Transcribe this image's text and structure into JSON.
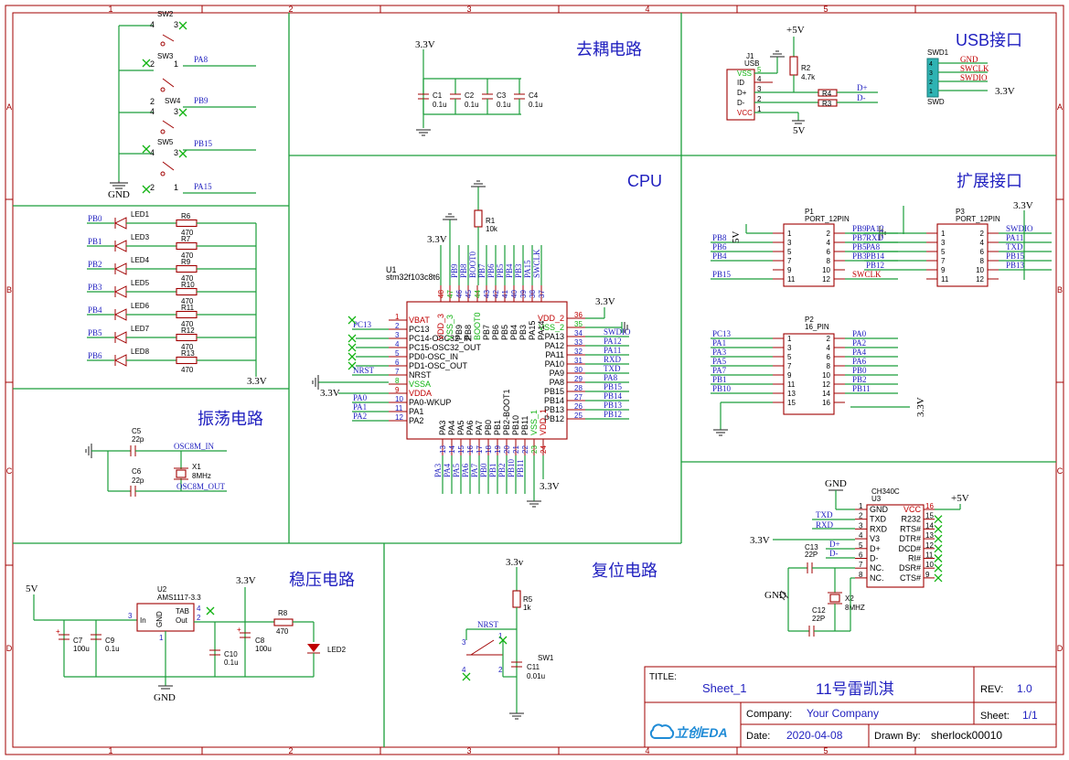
{
  "border": {
    "cols": [
      "1",
      "2",
      "3",
      "4",
      "5"
    ],
    "rows": [
      "A",
      "B",
      "C",
      "D"
    ]
  },
  "sections": {
    "decoupling": "去耦电路",
    "usb": "USB接口",
    "cpu": "CPU",
    "expansion": "扩展接口",
    "oscillator": "振荡电路",
    "regulator": "稳压电路",
    "reset": "复位电路"
  },
  "switches": {
    "sw2": "SW2",
    "sw3": "SW3",
    "sw4": "SW4",
    "sw5": "SW5",
    "nets": [
      "PA8",
      "PB9",
      "PB15",
      "PA15"
    ],
    "gnd": "GND"
  },
  "leds": {
    "refs": [
      "LED1",
      "LED3",
      "LED4",
      "LED5",
      "LED6",
      "LED7",
      "LED8"
    ],
    "nets": [
      "PB0",
      "PB1",
      "PB2",
      "PB3",
      "PB4",
      "PB5",
      "PB6"
    ],
    "res_refs": [
      "R6",
      "R7",
      "R9",
      "R10",
      "R11",
      "R12",
      "R13"
    ],
    "res_val": "470",
    "supply": "3.3V"
  },
  "decoupling": {
    "supply": "3.3V",
    "caps": [
      "C1",
      "C2",
      "C3",
      "C4"
    ],
    "value": "0.1u"
  },
  "usb": {
    "ref": "J1",
    "name": "USB",
    "pins": [
      "VSS",
      "ID",
      "D+",
      "D-",
      "VCC"
    ],
    "pin_nums": [
      "5",
      "4",
      "3",
      "2",
      "1"
    ],
    "supply": "+5V",
    "r2": "R2",
    "r2_val": "4.7k",
    "r4": "R4",
    "r3": "R3",
    "dp": "D+",
    "dm": "D-",
    "gnd5v": "5V"
  },
  "swd": {
    "ref": "SWD1",
    "name": "SWD",
    "pins": [
      "GND",
      "SWCLK",
      "SWDIO",
      "3.3V"
    ],
    "pin_nums": [
      "4",
      "3",
      "2",
      "1"
    ]
  },
  "mcu": {
    "ref": "U1",
    "part": "stm32f103c8t6",
    "r1": "R1",
    "r1_val": "10k",
    "top_pins": [
      "VDD_3",
      "VSS_3",
      "PB9",
      "PB8",
      "BOOT0",
      "PB7",
      "PB6",
      "PB5",
      "PB4",
      "PB3",
      "PA15",
      "PA14"
    ],
    "top_nums": [
      "48",
      "47",
      "46",
      "45",
      "44",
      "43",
      "42",
      "41",
      "40",
      "39",
      "38",
      "37"
    ],
    "top_nets": [
      "",
      "",
      "PB9",
      "PB8",
      "BOOT0",
      "PB7",
      "PB6",
      "PB5",
      "PB4",
      "PB3",
      "PA15",
      "SWCLK"
    ],
    "left_pins": [
      "VBAT",
      "PC13",
      "PC14-OSC32_IN",
      "PC15-OSC32_OUT",
      "PD0-OSC_IN",
      "PD1-OSC_OUT",
      "NRST",
      "VSSA",
      "VDDA",
      "PA0-WKUP",
      "PA1",
      "PA2"
    ],
    "left_nums": [
      "1",
      "2",
      "3",
      "4",
      "5",
      "6",
      "7",
      "8",
      "9",
      "10",
      "11",
      "12"
    ],
    "left_nets": [
      "",
      "PC13",
      "",
      "",
      "",
      "",
      "NRST",
      "",
      "3.3V",
      "PA0",
      "PA1",
      "PA2"
    ],
    "right_pins": [
      "VDD_2",
      "VSS_2",
      "PA13",
      "PA12",
      "PA11",
      "PA10",
      "PA9",
      "PA8",
      "PB15",
      "PB14",
      "PB13",
      "PB12"
    ],
    "right_nums": [
      "36",
      "35",
      "34",
      "33",
      "32",
      "31",
      "30",
      "29",
      "28",
      "27",
      "26",
      "25"
    ],
    "right_nets": [
      "3.3V",
      "",
      "SWDIO",
      "PA12",
      "PA11",
      "RXD",
      "TXD",
      "PA8",
      "PB15",
      "PB14",
      "PB13",
      "PB12"
    ],
    "bottom_pins": [
      "PA3",
      "PA4",
      "PA5",
      "PA6",
      "PA7",
      "PB0",
      "PB1",
      "PB2-BOOT1",
      "PB10",
      "PB11",
      "VSS_1",
      "VDD_1"
    ],
    "bottom_nums": [
      "13",
      "14",
      "15",
      "16",
      "17",
      "18",
      "19",
      "20",
      "21",
      "22",
      "23",
      "24"
    ],
    "bottom_nets": [
      "PA3",
      "PA4",
      "PA5",
      "PA6",
      "PA7",
      "PB0",
      "PB1",
      "PB2",
      "PB10",
      "PB11",
      "",
      ""
    ],
    "vdd_label": "3.3V"
  },
  "p1": {
    "ref": "P1",
    "part": "PORT_12PIN",
    "supply": "5V",
    "left_nums": [
      "1",
      "3",
      "5",
      "7",
      "9",
      "11"
    ],
    "right_nums": [
      "2",
      "4",
      "6",
      "8",
      "10",
      "12"
    ],
    "left_nets": [
      "",
      "PB8",
      "PB6",
      "PB4",
      "",
      "PB15"
    ],
    "right_nets": [
      "PB9",
      "PB7",
      "PB5",
      "PB3",
      "",
      "SWCLK"
    ]
  },
  "p3": {
    "ref": "P3",
    "part": "PORT_12PIN",
    "supply": "3.3V",
    "left_nums": [
      "1",
      "3",
      "5",
      "7",
      "9",
      "11"
    ],
    "right_nums": [
      "2",
      "4",
      "6",
      "8",
      "10",
      "12"
    ],
    "left_nets": [
      "PA12",
      "RXD",
      "PA8",
      "PB14",
      "PB12",
      ""
    ],
    "right_nets": [
      "SWDIO",
      "PA11",
      "TXD",
      "PB15",
      "PB13",
      ""
    ]
  },
  "p2": {
    "ref": "P2",
    "part": "16_PIN",
    "supply": "3.3V",
    "left_nums": [
      "1",
      "3",
      "5",
      "7",
      "9",
      "11",
      "13",
      "15"
    ],
    "right_nums": [
      "2",
      "4",
      "6",
      "8",
      "10",
      "12",
      "14",
      "16"
    ],
    "left_nets": [
      "PC13",
      "PA1",
      "PA3",
      "PA5",
      "PA7",
      "PB1",
      "PB10",
      ""
    ],
    "right_nets": [
      "PA0",
      "PA2",
      "PA4",
      "PA6",
      "PB0",
      "PB2",
      "PB11",
      ""
    ]
  },
  "osc": {
    "c5": "C5",
    "c6": "C6",
    "cap_val": "22p",
    "xtal": "X1",
    "freq": "8MHz",
    "in_net": "OSC8M_IN",
    "out_net": "OSC8M_OUT"
  },
  "ch340": {
    "ref": "U3",
    "part": "CH340C",
    "pins": [
      "GND",
      "TXD",
      "RXD",
      "V3",
      "D+",
      "D-",
      "NC.",
      "NC."
    ],
    "pin_nums": [
      "1",
      "2",
      "3",
      "4",
      "5",
      "6",
      "7",
      "8"
    ],
    "right_pins": [
      "VCC",
      "R232",
      "RTS#",
      "DTR#",
      "DCD#",
      "RI#",
      "DSR#",
      "CTS#"
    ],
    "right_nums": [
      "16",
      "15",
      "14",
      "13",
      "12",
      "11",
      "10",
      "9"
    ],
    "gnd": "GND",
    "supply": "+5V",
    "v3": "3.3V",
    "txd": "TXD",
    "rxd": "RXD",
    "dp": "D+",
    "dm": "D-",
    "c13": "C13",
    "c12": "C12",
    "cap_val": "22P",
    "xtal": "X2",
    "freq": "8MHZ",
    "gnd2": "GND"
  },
  "regulator": {
    "in": "5V",
    "out": "3.3V",
    "ref": "U2",
    "part": "AMS1117-3.3",
    "pin_in": "In",
    "pin_gnd": "GND",
    "pin_tab": "TAB",
    "pin_out": "Out",
    "c7": "C7",
    "c7_val": "100u",
    "c9": "C9",
    "c9_val": "0.1u",
    "c10": "C10",
    "c10_val": "0.1u",
    "c8": "C8",
    "c8_val": "100u",
    "r8": "R8",
    "r8_val": "470",
    "led": "LED2",
    "gnd": "GND",
    "n3": "3",
    "n4": "4",
    "n2": "2",
    "n1": "1"
  },
  "reset": {
    "supply": "3.3v",
    "r5": "R5",
    "r5_val": "1k",
    "nrst": "NRST",
    "c11": "C11",
    "c11_val": "0.01u",
    "sw": "SW1",
    "n1": "1",
    "n2": "2",
    "n3": "3",
    "n4": "4"
  },
  "titleblock": {
    "title_label": "TITLE:",
    "sheet_name": "Sheet_1",
    "title": "11号雷凯淇",
    "rev_label": "REV:",
    "rev": "1.0",
    "company_label": "Company:",
    "company": "Your Company",
    "sheet_label": "Sheet:",
    "sheet": "1/1",
    "date_label": "Date:",
    "date": "2020-04-08",
    "drawn_label": "Drawn By:",
    "drawn": "sherlock00010",
    "logo": "立创EDA"
  }
}
